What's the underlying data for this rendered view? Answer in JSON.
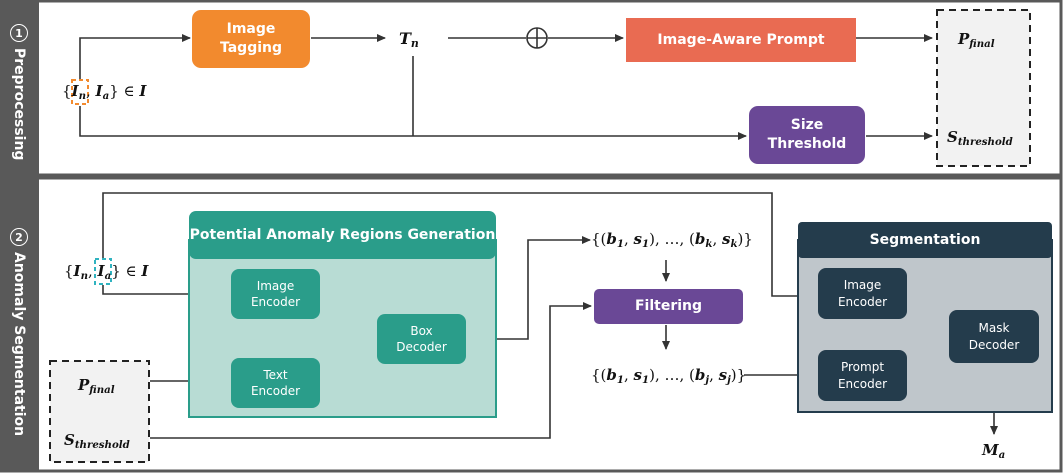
{
  "sections": {
    "preprocessing": {
      "number": "1",
      "label": "Preprocessing"
    },
    "anomaly_segmentation": {
      "number": "2",
      "label": "Anomaly Segmentation"
    }
  },
  "nodes": {
    "image_tagging": "Image\nTagging",
    "image_aware_prompt": "Image-Aware Prompt",
    "size_threshold": "Size\nThreshold",
    "parg": "Potential Anomaly Regions Generation",
    "image_encoder_1": "Image\nEncoder",
    "text_encoder": "Text\nEncoder",
    "box_decoder": "Box\nDecoder",
    "filtering": "Filtering",
    "segmentation": "Segmentation",
    "image_encoder_2": "Image\nEncoder",
    "prompt_encoder": "Prompt\nEncoder",
    "mask_decoder": "Mask\nDecoder"
  },
  "math": {
    "input_set": "{In, Ia} ∈ I",
    "tn": "Tn",
    "p_final": "Pfinal",
    "s_threshold": "Sthreshold",
    "boxes_k": "{(b1, s1), …, (bk, sk)}",
    "boxes_j": "{(b1, s1), …, (bj, sj)}",
    "ma": "Ma",
    "oplus": "⊕"
  },
  "colors": {
    "section_bar": "#595959",
    "orange": "#f28a2e",
    "coral": "#e96b52",
    "purple": "#6a4896",
    "teal": "#2a9d8a",
    "teal_light": "#b8dcd4",
    "navy": "#243c4c",
    "gray_panel": "#bfc6cb"
  }
}
